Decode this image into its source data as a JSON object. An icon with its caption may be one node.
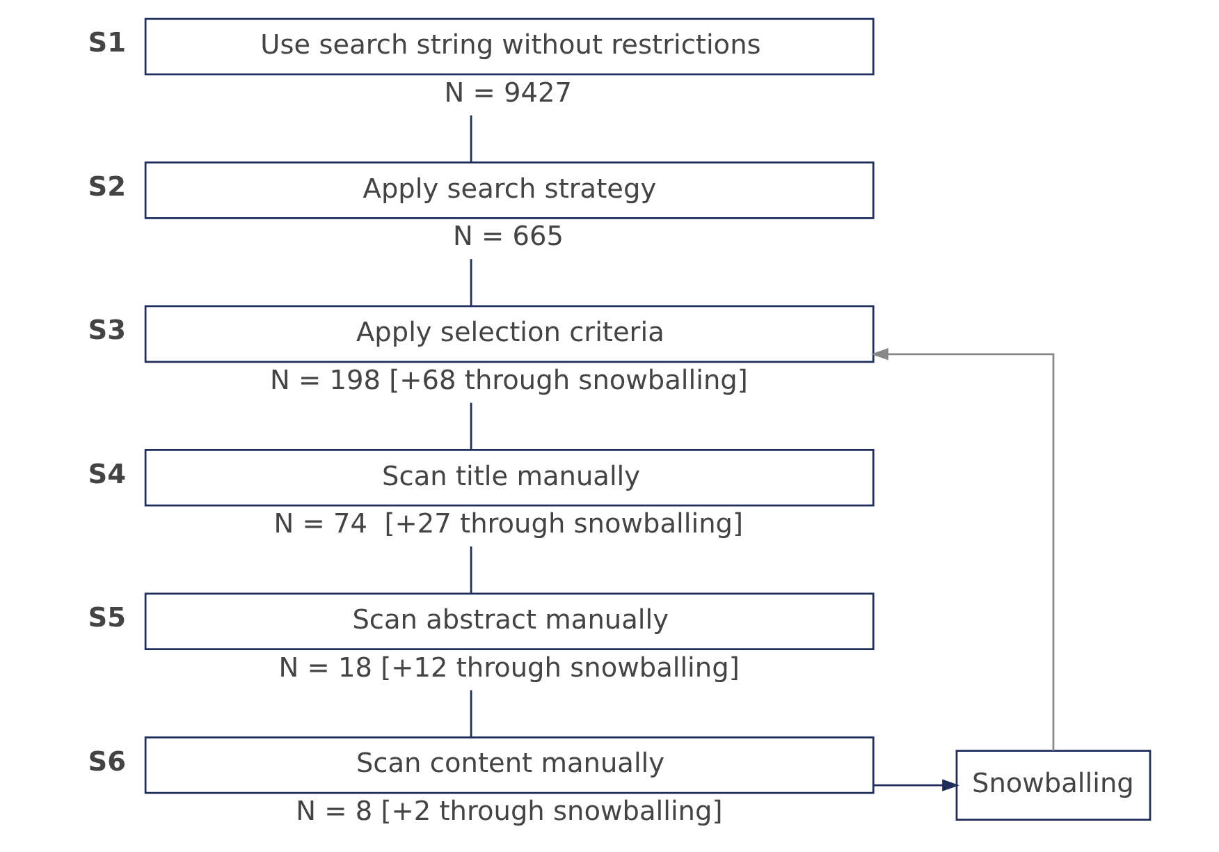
{
  "diagram": {
    "nodes": [
      {
        "text": [
          "Use search string without restrictions"
        ],
        "beside": [
          "S1",
          "N = 9427"
        ]
      },
      {
        "text": [
          "Apply search strategy"
        ],
        "beside": [
          "S2",
          "N = 665"
        ]
      },
      {
        "text": [
          "Apply selection criteria"
        ],
        "beside": [
          "S3",
          "N = 198 [+68 through snowballing]"
        ]
      },
      {
        "text": [
          "Scan title manually"
        ],
        "beside": [
          "S4",
          "N = 74  [+27 through snowballing]"
        ]
      },
      {
        "text": [
          "Scan abstract manually"
        ],
        "beside": [
          "S5",
          "N = 18 [+12 through snowballing]"
        ]
      },
      {
        "text": [
          "Scan content manually"
        ],
        "beside": [
          "S6",
          "N = 8 [+2 through snowballing]"
        ]
      },
      {
        "text": [
          "Snowballing"
        ]
      }
    ],
    "edges": [
      {
        "from": 0,
        "to": 1,
        "arrow": "none"
      },
      {
        "from": 1,
        "to": 2,
        "arrow": "none"
      },
      {
        "from": 2,
        "to": 3,
        "arrow": "none"
      },
      {
        "from": 3,
        "to": 4,
        "arrow": "none"
      },
      {
        "from": 4,
        "to": 5,
        "arrow": "none"
      },
      {
        "from": 5,
        "to": 6,
        "arrow": "to"
      },
      {
        "from": 6,
        "to": 2,
        "arrow": "to",
        "color": "#888888"
      }
    ]
  }
}
